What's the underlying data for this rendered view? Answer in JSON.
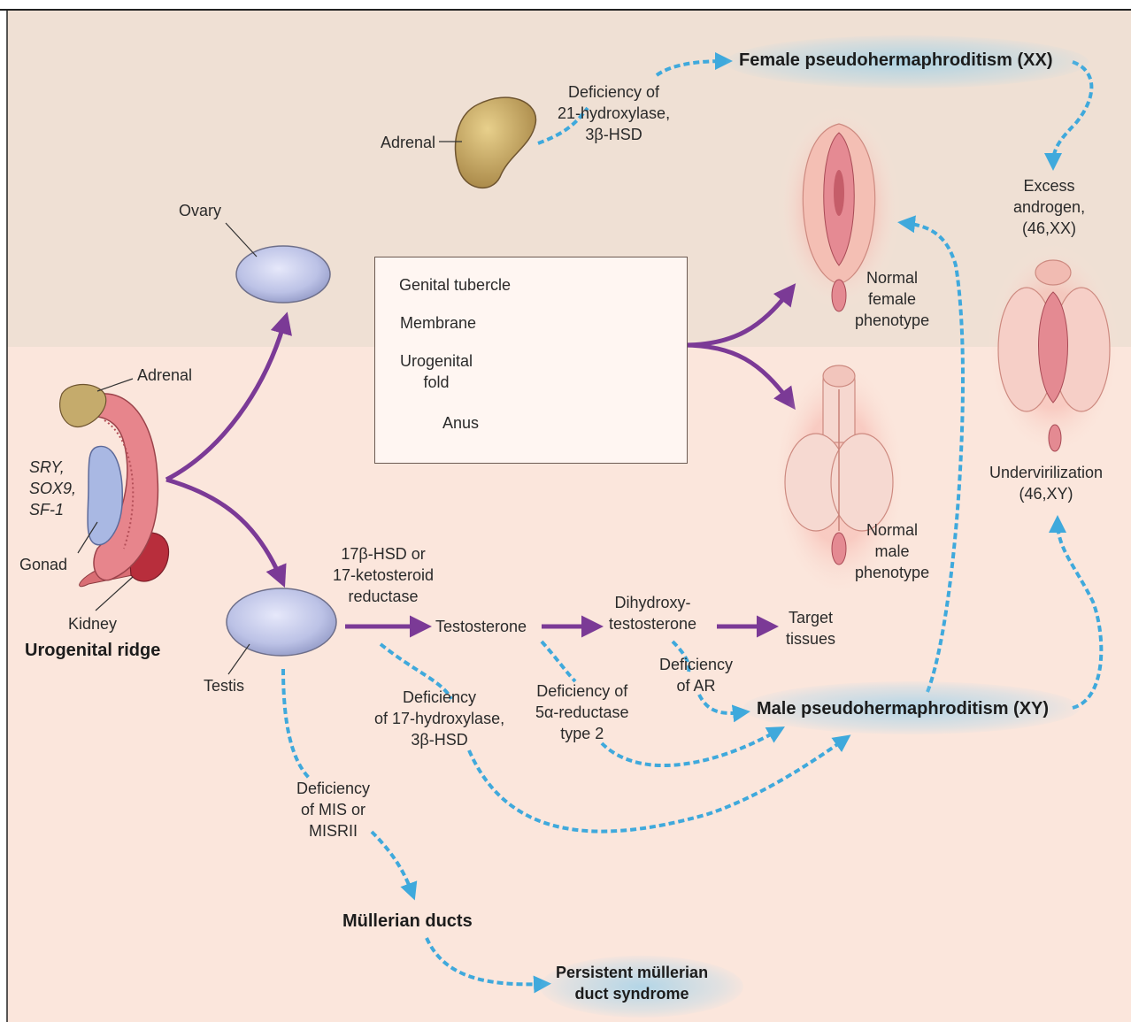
{
  "labels": {
    "female_pseudo": "Female pseudohermaphroditism (XX)",
    "deficiency_21": "Deficiency of\n21-hydroxylase,\n3β-HSD",
    "adrenal_top": "Adrenal",
    "ovary": "Ovary",
    "excess_androgen": "Excess\nandrogen,\n(46,XX)",
    "genital_tubercle": "Genital tubercle",
    "membrane": "Membrane",
    "urogenital_fold": "Urogenital\nfold",
    "anus": "Anus",
    "normal_female": "Normal\nfemale\nphenotype",
    "adrenal_left": "Adrenal",
    "sry": "SRY,\nSOX9,\nSF-1",
    "gonad": "Gonad",
    "kidney": "Kidney",
    "urogenital_ridge": "Urogenital ridge",
    "undervirilization": "Undervirilization\n(46,XY)",
    "normal_male": "Normal\nmale\nphenotype",
    "hsd17": "17β-HSD or\n17-ketosteroid\nreductase",
    "testosterone": "Testosterone",
    "dihydroxy": "Dihydroxy-\ntestosterone",
    "target_tissues": "Target\ntissues",
    "testis": "Testis",
    "deficiency_ar": "Deficiency\nof AR",
    "deficiency_17": "Deficiency\nof 17-hydroxylase,\n3β-HSD",
    "deficiency_5a": "Deficiency of\n5α-reductase\ntype 2",
    "male_pseudo": "Male pseudohermaphroditism (XY)",
    "deficiency_mis": "Deficiency\nof MIS or\nMISRII",
    "mullerian_ducts": "Müllerian ducts",
    "persistent": "Persistent müllerian\nduct syndrome"
  },
  "colors": {
    "top_band": "#efe0d4",
    "bottom_band": "#fbe6dc",
    "solid_arrow": "#7b3a96",
    "dashed_arrow": "#3fa9dc",
    "gonad_fill": "#c7cbea",
    "adrenal_fill": "#c9a862",
    "tissue_pink": "#e88b93"
  }
}
